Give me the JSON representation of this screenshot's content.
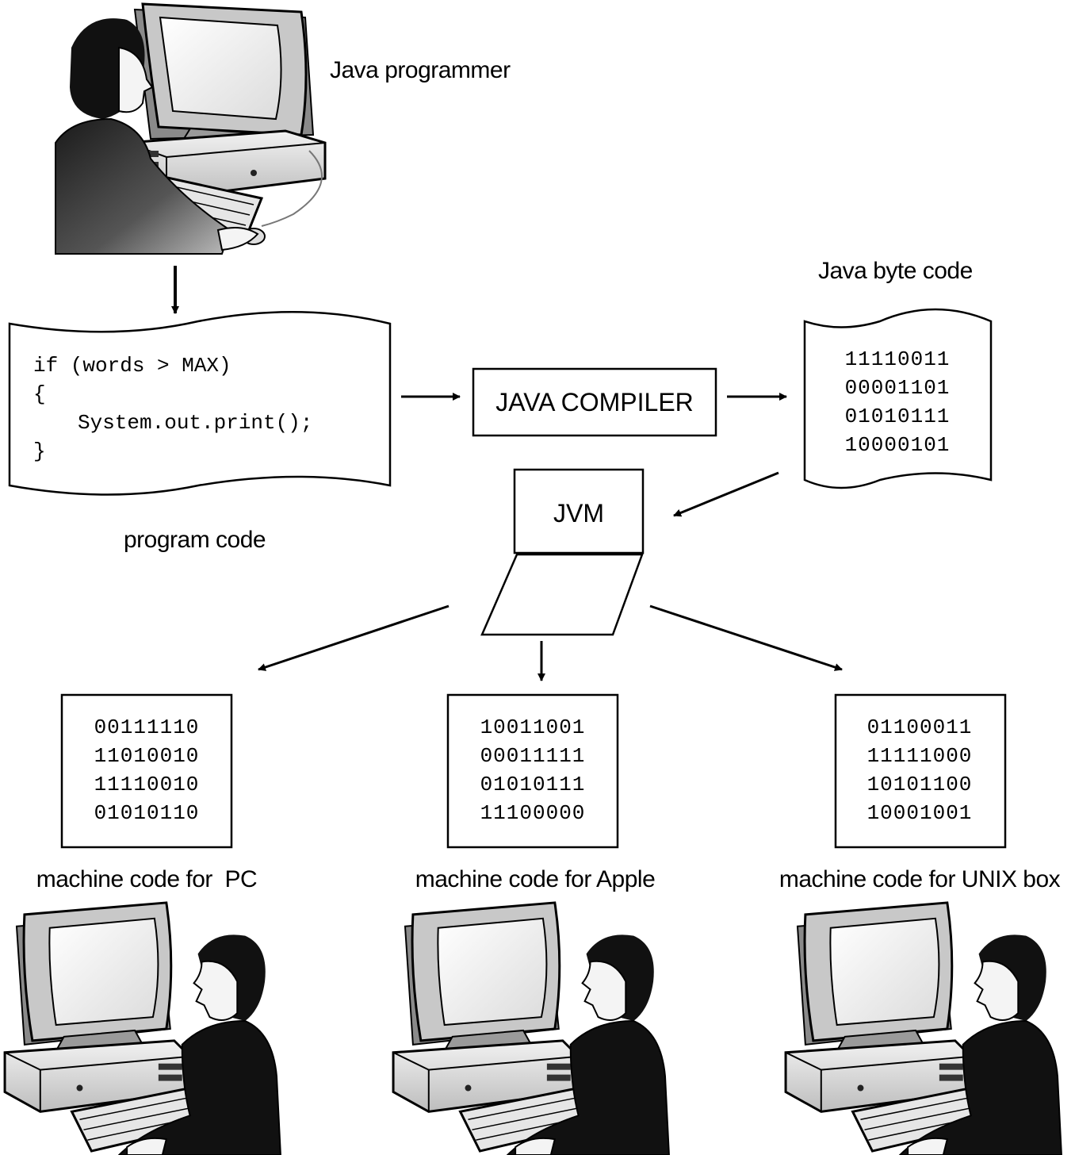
{
  "labels": {
    "java_programmer": "Java programmer",
    "program_code": "program code",
    "java_byte_code": "Java byte code",
    "compiler": "JAVA COMPILER",
    "jvm": "JVM",
    "machine_pc": "machine code for  PC",
    "machine_apple": "machine code for Apple",
    "machine_unix": "machine code for UNIX box"
  },
  "program_code_lines": [
    "if (words > MAX)",
    "{",
    "System.out.print();",
    "}"
  ],
  "byte_code": [
    "11110011",
    "00001101",
    "01010111",
    "10000101"
  ],
  "machine_code": {
    "pc": [
      "00111110",
      "11010010",
      "11110010",
      "01010110"
    ],
    "apple": [
      "10011001",
      "00011111",
      "01010111",
      "11100000"
    ],
    "unix": [
      "01100011",
      "11111000",
      "10101100",
      "10001001"
    ]
  },
  "icons": {
    "programmer": "programmer-at-computer-icon",
    "user": "user-at-computer-icon"
  },
  "colors": {
    "ink": "#000000",
    "paper": "#ffffff"
  }
}
